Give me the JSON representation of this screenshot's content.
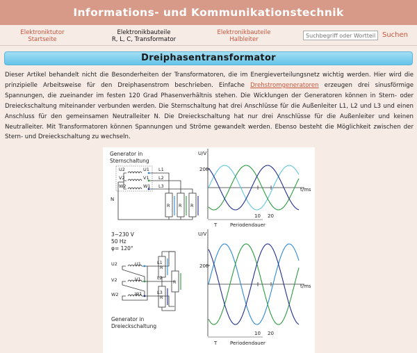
{
  "header": {
    "title": "Informations- und Kommunikationstechnik"
  },
  "nav": {
    "items": [
      {
        "line1": "Elektroniktutor",
        "line2": "Startseite",
        "current": false
      },
      {
        "line1": "Elektronikbauteile",
        "line2": "R, L, C, Transformator",
        "current": true
      },
      {
        "line1": "Elektronikbauteile",
        "line2": "Halbleiter",
        "current": false
      }
    ],
    "search_placeholder": "Suchbegriff oder Wortteil",
    "search_button": "Suchen"
  },
  "page": {
    "title": "Dreiphasentransformator",
    "paragraph_part1": "Dieser Artikel behandelt nicht die Besonderheiten der Transformatoren, die im Energieverteilungsnetz wichtig werden. Hier wird die prinzipielle Arbeitsweise für den Dreiphasenstrom beschrieben. Einfache ",
    "paragraph_link": "Drehstromgeneratoren",
    "paragraph_part2": " erzeugen drei sinusförmige Spannungen, die zueinander im festen 120 Grad Phasenverhältnis stehen. Die Wicklungen der Generatoren können in Stern- oder Dreieckschaltung miteinander verbunden werden. Die Sternschaltung hat drei Anschlüsse für die Außenleiter L1, L2 und L3 und einen Anschluss für den gemeinsamen Neutralleiter N. Die Dreieckschaltung hat nur drei Anschlüsse für die Außenleiter und keinen Neutralleiter. Mit Transformatoren können Spannungen und Ströme gewandelt werden. Ebenso besteht die Möglichkeit zwischen der Stern- und Dreieckschaltung zu wechseln."
  },
  "figure": {
    "star_label_1": "Generator in",
    "star_label_2": "Sternschaltung",
    "delta_label_1": "Generator in",
    "delta_label_2": "Dreieckschaltung",
    "spec_voltage": "3~230 V",
    "spec_freq": "50 Hz",
    "spec_phase": "φ= 120°",
    "coil_labels_star": [
      "U2",
      "V2",
      "W2"
    ],
    "terminal_labels_star": [
      "U1",
      "V1",
      "W1"
    ],
    "line_labels": [
      "L1",
      "L2",
      "L3"
    ],
    "coil_labels_delta": [
      "U2",
      "V2",
      "W2"
    ],
    "terminal_labels_delta": [
      "U1",
      "V1",
      "W1"
    ],
    "neutral_label": "N",
    "resistor_label": "R",
    "colors": {
      "phase1": "#2b8ad6",
      "phase2": "#2a9a3a",
      "phase3": "#1e2d90",
      "light": "#5fc6e0"
    }
  },
  "chart_data": [
    {
      "type": "line",
      "title": "",
      "ylabel": "U/V",
      "xlabel": "t/ms",
      "y_tick_labels": [
        "200"
      ],
      "x_tick_labels": [
        "10",
        "20"
      ],
      "period_label": "T",
      "period_text": "Periodendauer",
      "x": [
        0,
        5,
        10,
        15,
        20,
        25,
        28
      ],
      "series": [
        {
          "color": "#5fc6e0",
          "values": [
            0,
            230,
            0,
            -230,
            0,
            230,
            134
          ]
        },
        {
          "color": "#2a9a3a",
          "values": [
            -199,
            -115,
            199,
            115,
            -199,
            -115,
            92
          ]
        },
        {
          "color": "#1e2d90",
          "values": [
            199,
            -115,
            -199,
            115,
            199,
            -115,
            -226
          ]
        }
      ],
      "ylim": [
        -230,
        230
      ]
    },
    {
      "type": "line",
      "title": "",
      "ylabel": "U/V",
      "xlabel": "t/ms",
      "y_tick_labels": [
        "200"
      ],
      "x_tick_labels": [
        "10",
        "20"
      ],
      "period_label": "T",
      "period_text": "Periodendauer",
      "x": [
        0,
        5,
        10,
        15,
        20,
        25,
        28
      ],
      "series": [
        {
          "color": "#2b8ad6",
          "values": [
            0,
            398,
            0,
            -398,
            0,
            398,
            232
          ]
        },
        {
          "color": "#2a9a3a",
          "values": [
            -345,
            -199,
            345,
            199,
            -345,
            -199,
            159
          ]
        },
        {
          "color": "#1e2d90",
          "values": [
            345,
            -199,
            -345,
            199,
            345,
            -199,
            -391
          ]
        }
      ],
      "ylim": [
        -398,
        398
      ]
    }
  ]
}
